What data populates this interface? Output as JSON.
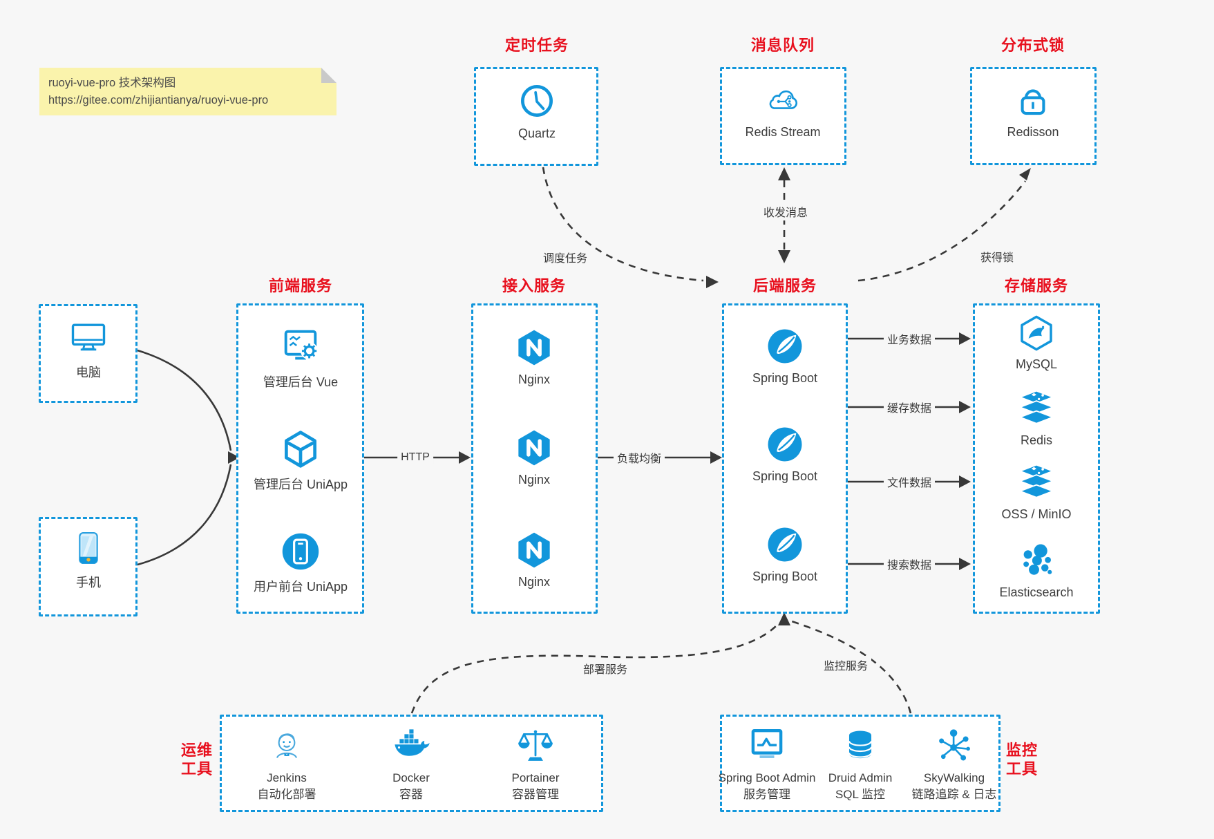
{
  "note": {
    "line1": "ruoyi-vue-pro 技术架构图",
    "line2": "https://gitee.com/zhijiantianya/ruoyi-vue-pro"
  },
  "colors": {
    "accent_blue": "#1296db",
    "title_red": "#e8101e",
    "arrow_dark": "#383838",
    "note_bg": "#faf3ac",
    "page_bg": "#f7f7f7"
  },
  "groups": {
    "quartz": {
      "title": "定时任务",
      "label": "Quartz"
    },
    "mq": {
      "title": "消息队列",
      "label": "Redis Stream"
    },
    "lock": {
      "title": "分布式锁",
      "label": "Redisson"
    },
    "pc": {
      "label": "电脑"
    },
    "phone": {
      "label": "手机"
    },
    "frontend": {
      "title": "前端服务",
      "items": [
        {
          "label": "管理后台 Vue"
        },
        {
          "label": "管理后台 UniApp"
        },
        {
          "label": "用户前台 UniApp"
        }
      ]
    },
    "gateway": {
      "title": "接入服务",
      "items": [
        {
          "label": "Nginx"
        },
        {
          "label": "Nginx"
        },
        {
          "label": "Nginx"
        }
      ]
    },
    "backend": {
      "title": "后端服务",
      "items": [
        {
          "label": "Spring Boot"
        },
        {
          "label": "Spring Boot"
        },
        {
          "label": "Spring Boot"
        }
      ]
    },
    "storage": {
      "title": "存储服务",
      "items": [
        {
          "label": "MySQL"
        },
        {
          "label": "Redis"
        },
        {
          "label": "OSS / MinIO"
        },
        {
          "label": "Elasticsearch"
        }
      ]
    },
    "ops": {
      "title1": "运维",
      "title2": "工具",
      "items": [
        {
          "name": "Jenkins",
          "desc": "自动化部署"
        },
        {
          "name": "Docker",
          "desc": "容器"
        },
        {
          "name": "Portainer",
          "desc": "容器管理"
        }
      ]
    },
    "monitor": {
      "title1": "监控",
      "title2": "工具",
      "items": [
        {
          "name": "Spring Boot Admin",
          "desc": "服务管理"
        },
        {
          "name": "Druid Admin",
          "desc": "SQL 监控"
        },
        {
          "name": "SkyWalking",
          "desc": "链路追踪 & 日志"
        }
      ]
    }
  },
  "edges": {
    "http": "HTTP",
    "lb": "负载均衡",
    "schedule": "调度任务",
    "msg": "收发消息",
    "lock": "获得锁",
    "biz": "业务数据",
    "cache": "缓存数据",
    "file": "文件数据",
    "search": "搜索数据",
    "deploy": "部署服务",
    "monitor": "监控服务"
  }
}
